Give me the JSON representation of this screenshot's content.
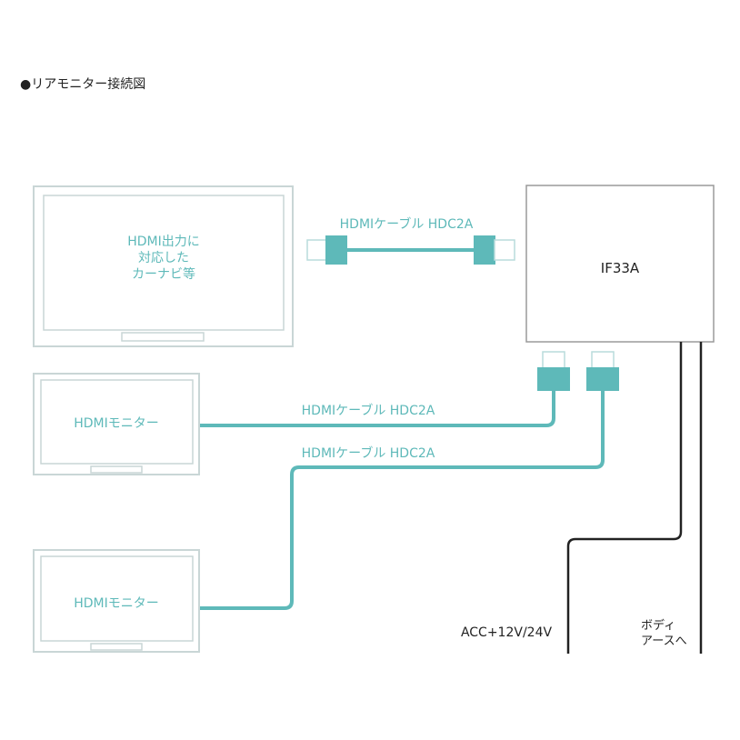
{
  "title": "●リアモニター接続図",
  "colors": {
    "teal": "#5eb9b9",
    "teal_light": "#b9dcdc",
    "gray_line": "#c9d6d6",
    "box_border": "#9a9a9a",
    "black": "#222222"
  },
  "navi": {
    "label_lines": [
      "HDMI出力に",
      "対応した",
      "カーナビ等"
    ]
  },
  "cable_top": {
    "label": "HDMIケーブル HDC2A"
  },
  "cable_mid": {
    "label": "HDMIケーブル HDC2A"
  },
  "cable_low": {
    "label": "HDMIケーブル HDC2A"
  },
  "if33a": {
    "label": "IF33A"
  },
  "monitor1": {
    "label": "HDMIモニター"
  },
  "monitor2": {
    "label": "HDMIモニター"
  },
  "power": {
    "acc_label": "ACC+12V/24V",
    "ground_lines": [
      "ボディ",
      "アースへ"
    ]
  }
}
